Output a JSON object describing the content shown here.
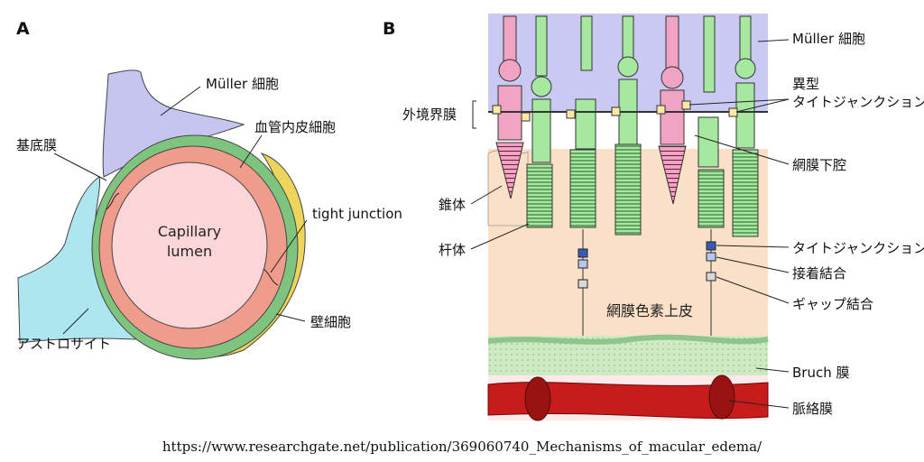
{
  "panel_a": {
    "letter": "A",
    "labels": {
      "muller": "Müller 細胞",
      "endothelial": "血管内皮細胞",
      "basement": "基底膜",
      "tight_junction": "tight junction",
      "lumen_line1": "Capillary",
      "lumen_line2": "lumen",
      "pericyte": "壁細胞",
      "astrocyte": "アストロサイト"
    },
    "colors": {
      "muller": "#c6c5ef",
      "astrocyte": "#aee6f0",
      "basement": "#7ec47e",
      "endothelium": "#ef9c8c",
      "lumen": "#fbd5d8",
      "pericyte": "#ecd55a"
    }
  },
  "panel_b": {
    "letter": "B",
    "labels": {
      "muller": "Müller 細胞",
      "atypical_tj_1": "異型",
      "atypical_tj_2": "タイトジャンクション",
      "olm": "外境界膜",
      "subretinal": "網膜下腔",
      "cone": "錐体",
      "rod": "杆体",
      "tight_junction": "タイトジャンクション",
      "adherens": "接着結合",
      "gap": "ギャップ結合",
      "rpe": "網膜色素上皮",
      "bruch": "Bruch 膜",
      "choroid": "脈絡膜"
    },
    "colors": {
      "muller": "#c9c9f2",
      "rpe": "#fbe0c8",
      "bruch": "#cfeac3",
      "cone": "#f0a3c3",
      "rod": "#a7e8a0",
      "vessel": "#c81c1c",
      "tight_junction": "#3a5bb5",
      "gap": "#d8d8d8",
      "junction": "#fde9a4"
    }
  },
  "source_url": "https://www.researchgate.net/publication/369060740_Mechanisms_of_macular_edema/"
}
